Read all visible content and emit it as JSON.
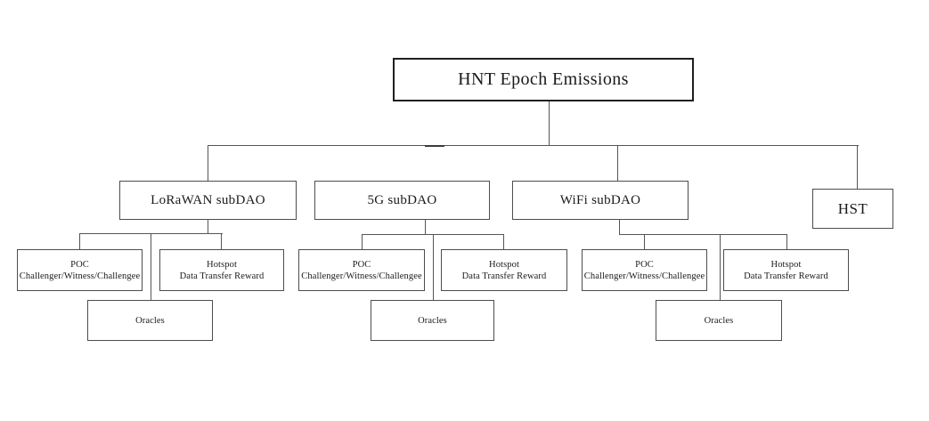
{
  "diagram": {
    "root": {
      "label": "HNT Epoch Emissions"
    },
    "nodes": {
      "lorawan": {
        "label": "LoRaWAN subDAO"
      },
      "fiveg": {
        "label": "5G subDAO"
      },
      "wifi": {
        "label": "WiFi subDAO"
      },
      "hst": {
        "label": "HST"
      }
    },
    "subdao_children": {
      "poc": {
        "line1": "POC",
        "line2": "Challenger/Witness/Challengee"
      },
      "hotspot": {
        "line1": "Hotspot",
        "line2": "Data Transfer Reward"
      },
      "oracles": {
        "label": "Oracles"
      }
    },
    "colors": {
      "background": "#ffffff",
      "text": "#1a1a1a",
      "line": "#555555",
      "root_border": "#1f1f1f",
      "box_border": "#4d4d4d"
    }
  }
}
